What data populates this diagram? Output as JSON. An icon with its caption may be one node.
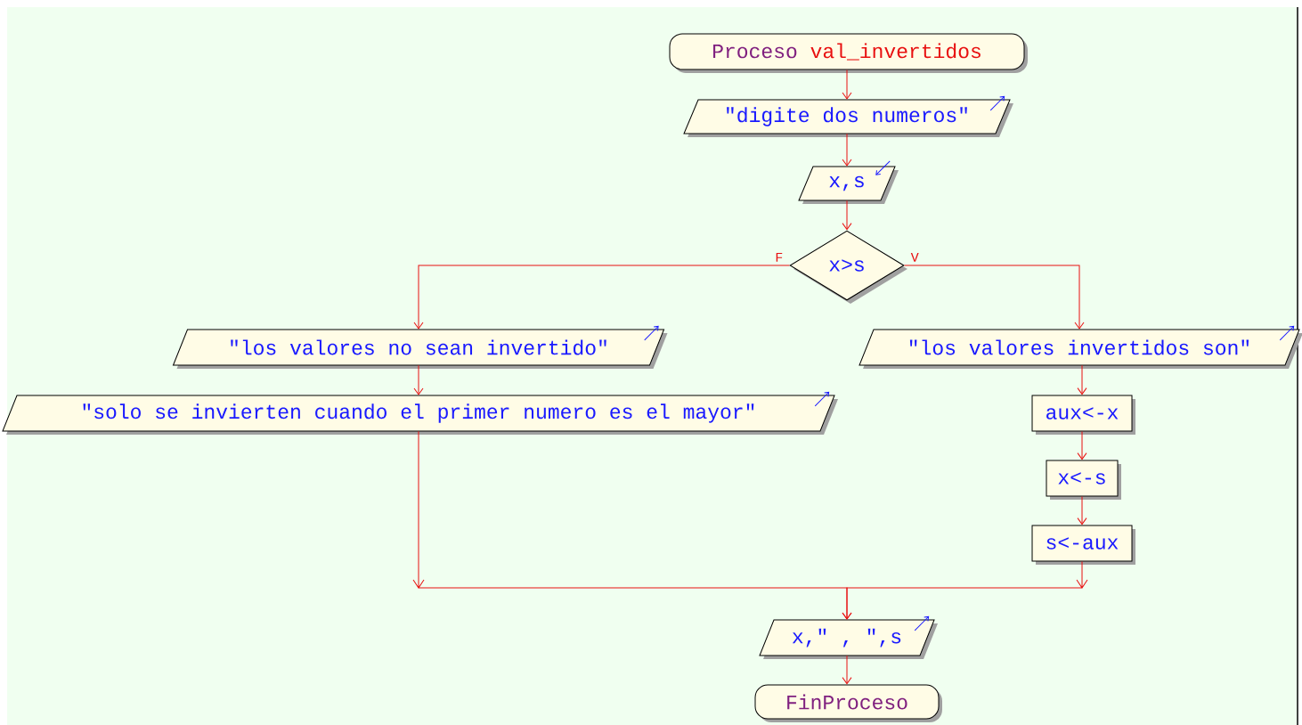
{
  "diagram": {
    "nodes": [
      {
        "text": [
          "Proceso",
          "val_invertidos"
        ]
      },
      {
        "text": [
          "\"digite dos numeros\""
        ]
      },
      {
        "text": [
          "x,s"
        ]
      },
      {
        "text": [
          "x>s"
        ]
      },
      {
        "text": [
          "\"los valores no sean invertido\""
        ]
      },
      {
        "text": [
          "\"solo se invierten cuando el primer numero es el mayor\""
        ]
      },
      {
        "text": [
          "\"los valores invertidos son\""
        ]
      },
      {
        "text": [
          "aux<-x"
        ]
      },
      {
        "text": [
          "x<-s"
        ]
      },
      {
        "text": [
          "s<-aux"
        ]
      },
      {
        "text": [
          "x,\" , \",s"
        ]
      },
      {
        "text": [
          "FinProceso"
        ]
      }
    ],
    "edges": [
      {
        "from": 0,
        "to": 1,
        "arrow": "to"
      },
      {
        "from": 1,
        "to": 2,
        "arrow": "to"
      },
      {
        "from": 2,
        "to": 3,
        "arrow": "to"
      },
      {
        "from": 3,
        "to": 4,
        "arrow": "to",
        "label": "F"
      },
      {
        "from": 3,
        "to": 6,
        "arrow": "to",
        "label": "V"
      },
      {
        "from": 4,
        "to": 5,
        "arrow": "to"
      },
      {
        "from": 6,
        "to": 7,
        "arrow": "to"
      },
      {
        "from": 7,
        "to": 8,
        "arrow": "to"
      },
      {
        "from": 8,
        "to": 9,
        "arrow": "to"
      },
      {
        "from": 5,
        "to": 10,
        "arrow": "to"
      },
      {
        "from": 9,
        "to": 10,
        "arrow": "to"
      },
      {
        "from": 10,
        "to": 11,
        "arrow": "to"
      }
    ]
  }
}
